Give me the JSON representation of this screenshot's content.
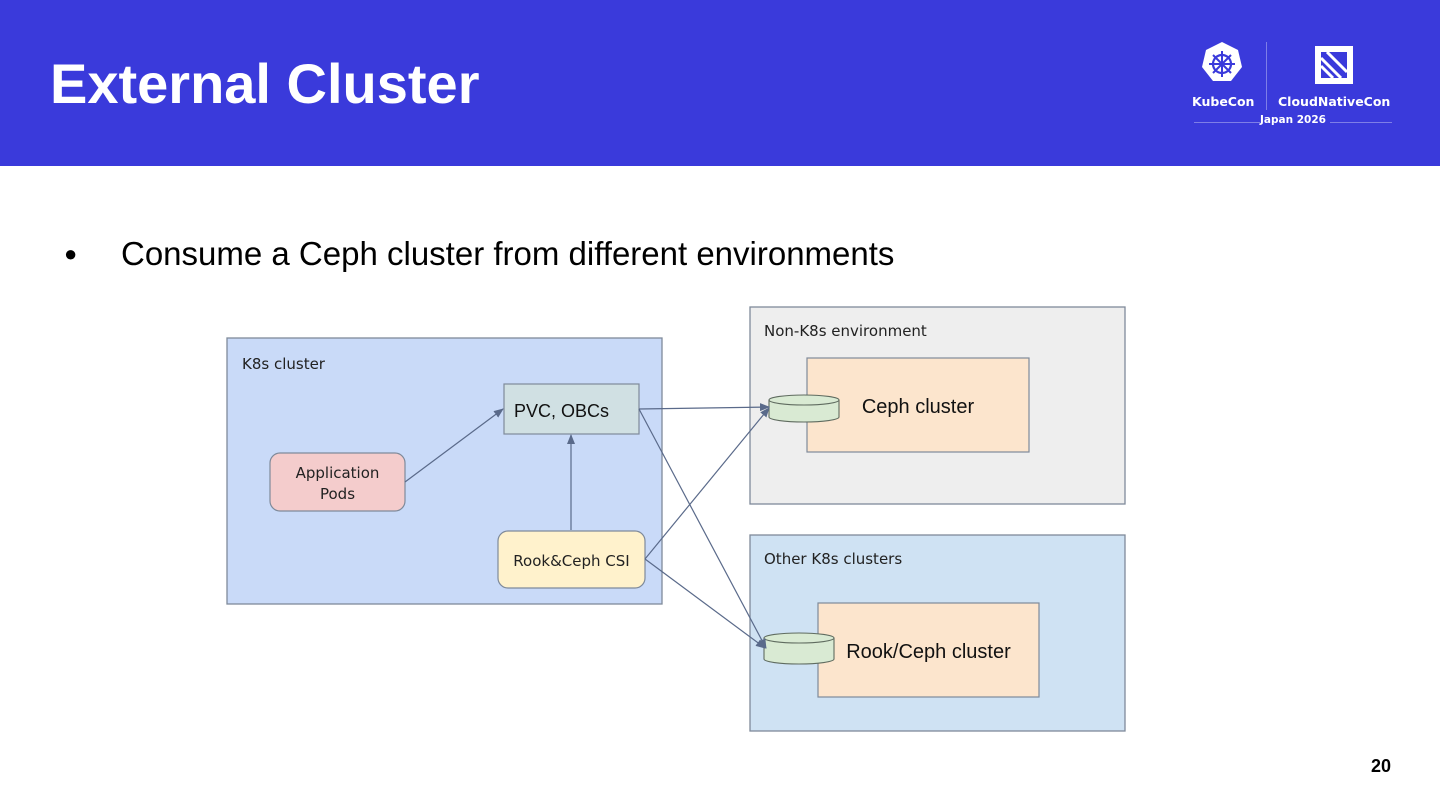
{
  "header": {
    "title": "External Cluster",
    "background_color": "#3a3adb",
    "logo": {
      "left_label": "KubeCon",
      "right_label": "CloudNativeCon",
      "event": "Japan 2026",
      "left_icon": "kubernetes-helm-icon",
      "right_icon": "cncf-icon"
    }
  },
  "bullets": [
    "Consume a Ceph cluster from different environments"
  ],
  "diagram": {
    "k8s_cluster": {
      "label": "K8s cluster",
      "color": "#c9daf8",
      "nodes": {
        "pvc": "PVC, OBCs",
        "app_pods": [
          "Application",
          "Pods"
        ],
        "rook_csi": "Rook&Ceph CSI"
      }
    },
    "non_k8s": {
      "label": "Non-K8s environment",
      "color": "#eeeeee",
      "ceph_cluster": "Ceph cluster"
    },
    "other_k8s": {
      "label": "Other K8s clusters",
      "color": "#cfe2f3",
      "rook_ceph_cluster": "Rook/Ceph cluster"
    },
    "colors": {
      "pvc_fill": "#d0e0e3",
      "app_pods_fill": "#f4cccc",
      "rook_csi_fill": "#fff2cc",
      "cluster_fill": "#fce5cd",
      "db_fill": "#d9ead3",
      "edge": "#5a6a8a"
    }
  },
  "page_number": "20"
}
